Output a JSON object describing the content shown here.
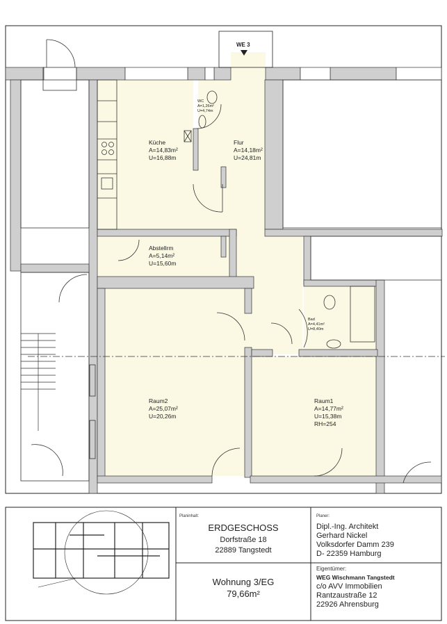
{
  "entrance": {
    "label": "WE 3"
  },
  "rooms": [
    {
      "name": "WC",
      "area": "A=1,26m²",
      "perimeter": "U=4,74m"
    },
    {
      "name": "Küche",
      "area": "A=14,83m²",
      "perimeter": "U=16,88m"
    },
    {
      "name": "Flur",
      "area": "A=14,18m²",
      "perimeter": "U=24,81m"
    },
    {
      "name": "Abstellrm",
      "area": "A=5,14m²",
      "perimeter": "U=15,60m"
    },
    {
      "name": "Bad",
      "area": "A=4,41m²",
      "perimeter": "U=8,40m"
    },
    {
      "name": "Raum2",
      "area": "A=25,07m²",
      "perimeter": "U=20,26m"
    },
    {
      "name": "Raum1",
      "area": "A=14,77m²",
      "perimeter": "U=15,38m",
      "height": "RH=254"
    }
  ],
  "colors": {
    "floor": "#fbf9e4",
    "wall": "#cfcfcf",
    "line": "#222222"
  },
  "title_block": {
    "plan_caption": "Planinhalt:",
    "plan_title": "ERDGESCHOSS",
    "plan_street": "Dorfstraße 18",
    "plan_city": "22889 Tangstedt",
    "unit": "Wohnung 3/EG",
    "unit_area": "79,66m²",
    "planner_caption": "Planer:",
    "planner_lines": [
      "Dipl.-Ing. Architekt",
      "Gerhard Nickel",
      "Volksdorfer Damm 239",
      "D- 22359 Hamburg"
    ],
    "owner_caption": "Eigentümer:",
    "owner_name": "WEG Wischmann Tangstedt",
    "owner_lines": [
      "c/o AVV Immobilien",
      "Rantzaustraße 12",
      "22926 Ahrensburg"
    ]
  }
}
